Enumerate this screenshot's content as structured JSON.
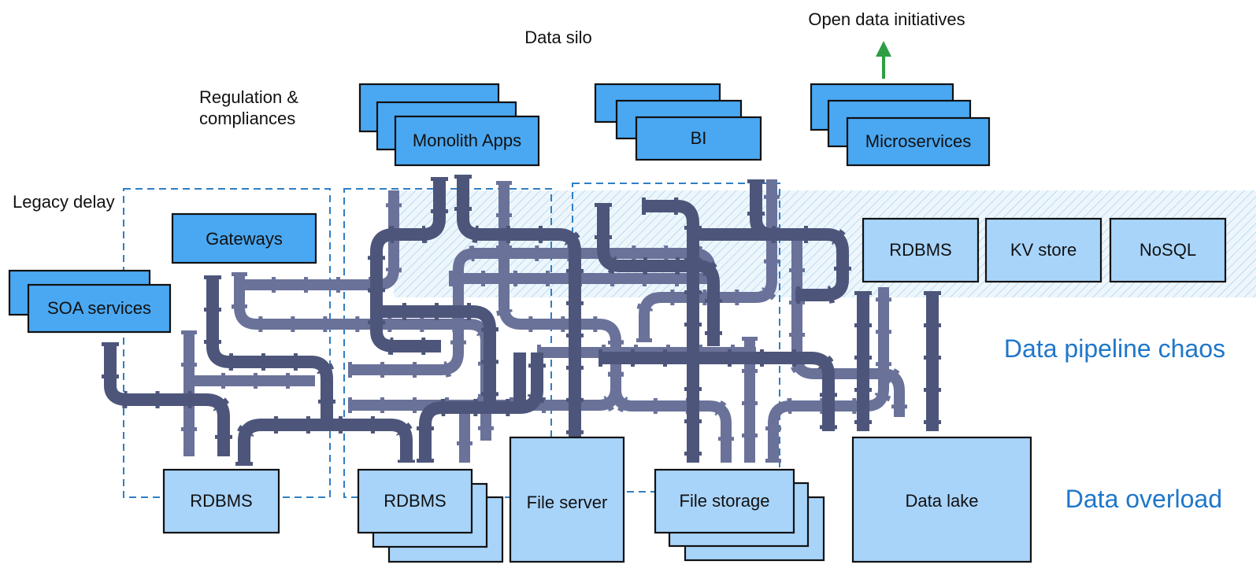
{
  "labels": {
    "open_data": "Open data initiatives",
    "data_silo": "Data silo",
    "regulation_line1": "Regulation &",
    "regulation_line2": "compliances",
    "legacy_delay": "Legacy delay",
    "pipeline_chaos": "Data pipeline chaos",
    "data_overload": "Data overload"
  },
  "top_stacks": {
    "monolith": "Monolith Apps",
    "bi": "BI",
    "microservices": "Microservices"
  },
  "left_boxes": {
    "gateways": "Gateways",
    "soa": "SOA services"
  },
  "right_stores": {
    "rdbms": "RDBMS",
    "kv": "KV store",
    "nosql": "NoSQL"
  },
  "bottom_stores": {
    "rdbms_single": "RDBMS",
    "rdbms_stack": "RDBMS",
    "file_server": "File server",
    "file_storage": "File storage",
    "data_lake": "Data lake"
  },
  "colors": {
    "dark_box": "#4aa8f2",
    "light_box": "#a8d4fa",
    "pipe_dark": "#4d567a",
    "pipe_light": "#6a7299",
    "zone_blue": "#2f7ec4",
    "arrow_green": "#2e9e44"
  }
}
